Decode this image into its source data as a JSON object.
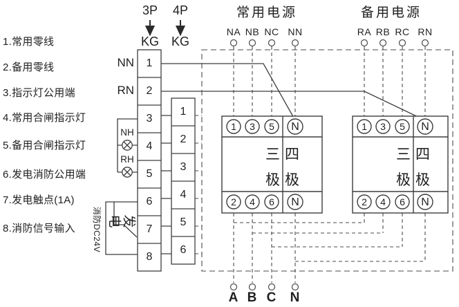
{
  "colors": {
    "line": "#3d3d3d",
    "text": "#1f1f1f",
    "background": "#ffffff"
  },
  "legend": {
    "items": [
      "1.常用零线",
      "2.备用零线",
      "3.指示灯公用端",
      "4.常用合闸指示灯",
      "5.备用合闸指示灯",
      "6.发电消防公用端",
      "7.发电触点(1A)",
      "8.消防信号输入"
    ]
  },
  "kg_3p": {
    "pole": "3P",
    "device": "KG",
    "cells": [
      "1",
      "2",
      "3",
      "4",
      "5",
      "6",
      "7",
      "8"
    ]
  },
  "kg_4p": {
    "pole": "4P",
    "device": "KG",
    "cells": [
      "1",
      "2",
      "3",
      "4",
      "5",
      "6"
    ]
  },
  "neutral_labels": {
    "nn": "NN",
    "rn": "RN"
  },
  "lamps": {
    "nh": "NH",
    "rh": "RH"
  },
  "generator": {
    "label": "发电"
  },
  "fire": {
    "label": "消防DC24V"
  },
  "main_power": {
    "title": "常用电源",
    "terminals": [
      "NA",
      "NB",
      "NC",
      "NN"
    ]
  },
  "backup_power": {
    "title": "备用电源",
    "terminals": [
      "RA",
      "RB",
      "RC",
      "RN"
    ]
  },
  "breaker_main": {
    "top": [
      "1",
      "3",
      "5",
      "N"
    ],
    "bottom": [
      "2",
      "4",
      "6",
      "N"
    ],
    "three_pole": "三极",
    "four_pole": "四极"
  },
  "breaker_backup": {
    "top": [
      "1",
      "3",
      "5",
      "N"
    ],
    "bottom": [
      "2",
      "4",
      "6",
      "N"
    ],
    "three_pole": "三极",
    "four_pole": "四极"
  },
  "output": {
    "terminals": [
      "A",
      "B",
      "C",
      "N"
    ]
  }
}
